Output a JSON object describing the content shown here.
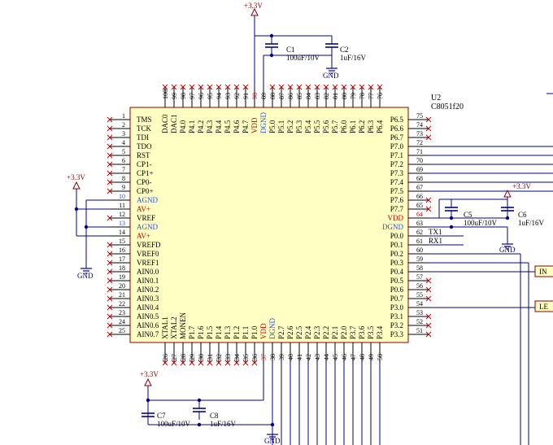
{
  "colors": {
    "wire": "#00008b",
    "power": "#8b0000",
    "chip_fill": "#ffffc4",
    "chip_stroke": "#8b0000",
    "pin_blue": "#2a55d4",
    "pin_red": "#c00000",
    "pin_number": "#000000",
    "netlabel_fill": "#ffffc4"
  },
  "chip": {
    "designator": "U2",
    "part": "C8051f20",
    "left_pins": [
      {
        "num": "1",
        "name": "TMS",
        "nc": true
      },
      {
        "num": "2",
        "name": "TCK",
        "nc": true
      },
      {
        "num": "3",
        "name": "TDI",
        "nc": true
      },
      {
        "num": "4",
        "name": "TDO",
        "nc": true
      },
      {
        "num": "5",
        "name": "RST",
        "nc": true
      },
      {
        "num": "6",
        "name": "CP1-",
        "nc": true
      },
      {
        "num": "7",
        "name": "CP1+",
        "nc": true
      },
      {
        "num": "8",
        "name": "CP0-",
        "nc": true
      },
      {
        "num": "9",
        "name": "CP0+",
        "nc": true
      },
      {
        "num": "10",
        "name": "AGND",
        "nc": false,
        "color": "blue"
      },
      {
        "num": "11",
        "name": "AV+",
        "nc": false,
        "color": "red"
      },
      {
        "num": "12",
        "name": "VREF",
        "nc": true
      },
      {
        "num": "13",
        "name": "AGND",
        "nc": false,
        "color": "blue"
      },
      {
        "num": "14",
        "name": "AV+",
        "nc": false,
        "color": "red"
      },
      {
        "num": "15",
        "name": "VREFD",
        "nc": true
      },
      {
        "num": "16",
        "name": "VREF0",
        "nc": true
      },
      {
        "num": "17",
        "name": "VREF1",
        "nc": true
      },
      {
        "num": "18",
        "name": "AIN0.0",
        "nc": true
      },
      {
        "num": "19",
        "name": "AIN0.1",
        "nc": true
      },
      {
        "num": "20",
        "name": "AIN0.2",
        "nc": true
      },
      {
        "num": "21",
        "name": "AIN0.3",
        "nc": true
      },
      {
        "num": "22",
        "name": "AIN0.4",
        "nc": true
      },
      {
        "num": "23",
        "name": "AIN0.5",
        "nc": true
      },
      {
        "num": "24",
        "name": "AIN0.6",
        "nc": true
      },
      {
        "num": "25",
        "name": "AIN0.7",
        "nc": true
      }
    ],
    "right_pins": [
      {
        "num": "75",
        "name": "P6.5",
        "nc": true
      },
      {
        "num": "74",
        "name": "P6.6",
        "nc": true
      },
      {
        "num": "73",
        "name": "P6.7",
        "nc": true
      },
      {
        "num": "72",
        "name": "P7.0",
        "nc": false
      },
      {
        "num": "71",
        "name": "P7.1",
        "nc": false
      },
      {
        "num": "70",
        "name": "P7.2",
        "nc": false
      },
      {
        "num": "69",
        "name": "P7.3",
        "nc": false
      },
      {
        "num": "68",
        "name": "P7.4",
        "nc": false
      },
      {
        "num": "67",
        "name": "P7.5",
        "nc": false
      },
      {
        "num": "66",
        "name": "P7.6",
        "nc": true
      },
      {
        "num": "65",
        "name": "P7.7",
        "nc": true
      },
      {
        "num": "64",
        "name": "VDD",
        "nc": false,
        "color": "red"
      },
      {
        "num": "63",
        "name": "DGND",
        "nc": false,
        "color": "blue"
      },
      {
        "num": "62",
        "name": "P0.0",
        "nc": false,
        "net": "TX1"
      },
      {
        "num": "61",
        "name": "P0.1",
        "nc": false,
        "net": "RX1"
      },
      {
        "num": "60",
        "name": "P0.2",
        "nc": false
      },
      {
        "num": "59",
        "name": "P0.3",
        "nc": false
      },
      {
        "num": "58",
        "name": "P0.4",
        "nc": false
      },
      {
        "num": "57",
        "name": "P0.5",
        "nc": true
      },
      {
        "num": "56",
        "name": "P0.6",
        "nc": true
      },
      {
        "num": "55",
        "name": "P0.7",
        "nc": true
      },
      {
        "num": "54",
        "name": "P3.0",
        "nc": false
      },
      {
        "num": "53",
        "name": "P3.1",
        "nc": true
      },
      {
        "num": "52",
        "name": "P3.2",
        "nc": true
      },
      {
        "num": "51",
        "name": "P3.3",
        "nc": true
      }
    ],
    "top_pins": [
      {
        "num": "100",
        "name": "DAC0",
        "nc": true
      },
      {
        "num": "99",
        "name": "DAC1",
        "nc": true
      },
      {
        "num": "98",
        "name": "P4.0",
        "nc": true
      },
      {
        "num": "97",
        "name": "P4.1",
        "nc": true
      },
      {
        "num": "96",
        "name": "P4.2",
        "nc": true
      },
      {
        "num": "95",
        "name": "P4.3",
        "nc": true
      },
      {
        "num": "94",
        "name": "P4.4",
        "nc": true
      },
      {
        "num": "93",
        "name": "P4.5",
        "nc": true
      },
      {
        "num": "92",
        "name": "P4.6",
        "nc": true
      },
      {
        "num": "91",
        "name": "P4.7",
        "nc": true
      },
      {
        "num": "90",
        "name": "VDD",
        "nc": false,
        "color": "red"
      },
      {
        "num": "89",
        "name": "DGND",
        "nc": false,
        "color": "blue"
      },
      {
        "num": "88",
        "name": "P5.0",
        "nc": true
      },
      {
        "num": "87",
        "name": "P5.1",
        "nc": true
      },
      {
        "num": "86",
        "name": "P5.2",
        "nc": true
      },
      {
        "num": "85",
        "name": "P5.3",
        "nc": true
      },
      {
        "num": "84",
        "name": "P5.4",
        "nc": true
      },
      {
        "num": "83",
        "name": "P5.5",
        "nc": true
      },
      {
        "num": "82",
        "name": "P5.6",
        "nc": true
      },
      {
        "num": "81",
        "name": "P5.7",
        "nc": true
      },
      {
        "num": "80",
        "name": "P6.0",
        "nc": true
      },
      {
        "num": "79",
        "name": "P6.1",
        "nc": true
      },
      {
        "num": "78",
        "name": "P6.2",
        "nc": true
      },
      {
        "num": "77",
        "name": "P6.3",
        "nc": true
      },
      {
        "num": "76",
        "name": "P6.4",
        "nc": true
      }
    ],
    "bottom_pins": [
      {
        "num": "26",
        "name": "XTAL1",
        "nc": true
      },
      {
        "num": "27",
        "name": "XTAL2",
        "nc": true
      },
      {
        "num": "28",
        "name": "MONEN",
        "nc": true
      },
      {
        "num": "29",
        "name": "P1.7",
        "nc": true
      },
      {
        "num": "30",
        "name": "P1.6",
        "nc": true
      },
      {
        "num": "31",
        "name": "P1.5",
        "nc": true
      },
      {
        "num": "32",
        "name": "P1.4",
        "nc": true
      },
      {
        "num": "33",
        "name": "P1.3",
        "nc": true
      },
      {
        "num": "34",
        "name": "P1.2",
        "nc": true
      },
      {
        "num": "35",
        "name": "P1.1",
        "nc": true
      },
      {
        "num": "36",
        "name": "P1.0",
        "nc": true
      },
      {
        "num": "37",
        "name": "VDD",
        "nc": false,
        "color": "red"
      },
      {
        "num": "38",
        "name": "DGND",
        "nc": false,
        "color": "blue"
      },
      {
        "num": "39",
        "name": "P2.7",
        "nc": false
      },
      {
        "num": "40",
        "name": "P2.6",
        "nc": false
      },
      {
        "num": "41",
        "name": "P2.5",
        "nc": false
      },
      {
        "num": "42",
        "name": "P2.4",
        "nc": false
      },
      {
        "num": "43",
        "name": "P2.3",
        "nc": false
      },
      {
        "num": "44",
        "name": "P2.2",
        "nc": false
      },
      {
        "num": "45",
        "name": "P2.1",
        "nc": false
      },
      {
        "num": "46",
        "name": "P2.0",
        "nc": false
      },
      {
        "num": "47",
        "name": "P3.7",
        "nc": false
      },
      {
        "num": "48",
        "name": "P3.6",
        "nc": false
      },
      {
        "num": "49",
        "name": "P3.5",
        "nc": false
      },
      {
        "num": "50",
        "name": "P3.4",
        "nc": false
      }
    ]
  },
  "power_labels": [
    {
      "id": "top",
      "text": "+3.3V"
    },
    {
      "id": "left",
      "text": "+3.3V"
    },
    {
      "id": "right",
      "text": "+3.3V"
    },
    {
      "id": "bottom",
      "text": "+3.3V"
    }
  ],
  "gnd_labels": [
    {
      "id": "top",
      "text": "GND"
    },
    {
      "id": "left",
      "text": "GND"
    },
    {
      "id": "right",
      "text": "GND"
    },
    {
      "id": "bottom",
      "text": "GND"
    }
  ],
  "capacitors": [
    {
      "id": "C1",
      "value": "100uF/10V"
    },
    {
      "id": "C2",
      "value": "1uF/16V"
    },
    {
      "id": "C5",
      "value": "100uF/10V"
    },
    {
      "id": "C6",
      "value": "1uF/16V"
    },
    {
      "id": "C7",
      "value": "100uF/10V"
    },
    {
      "id": "C8",
      "value": "1uF/16V"
    }
  ],
  "net_labels": [
    {
      "id": "in",
      "text": "IN"
    },
    {
      "id": "le",
      "text": "LE"
    }
  ]
}
